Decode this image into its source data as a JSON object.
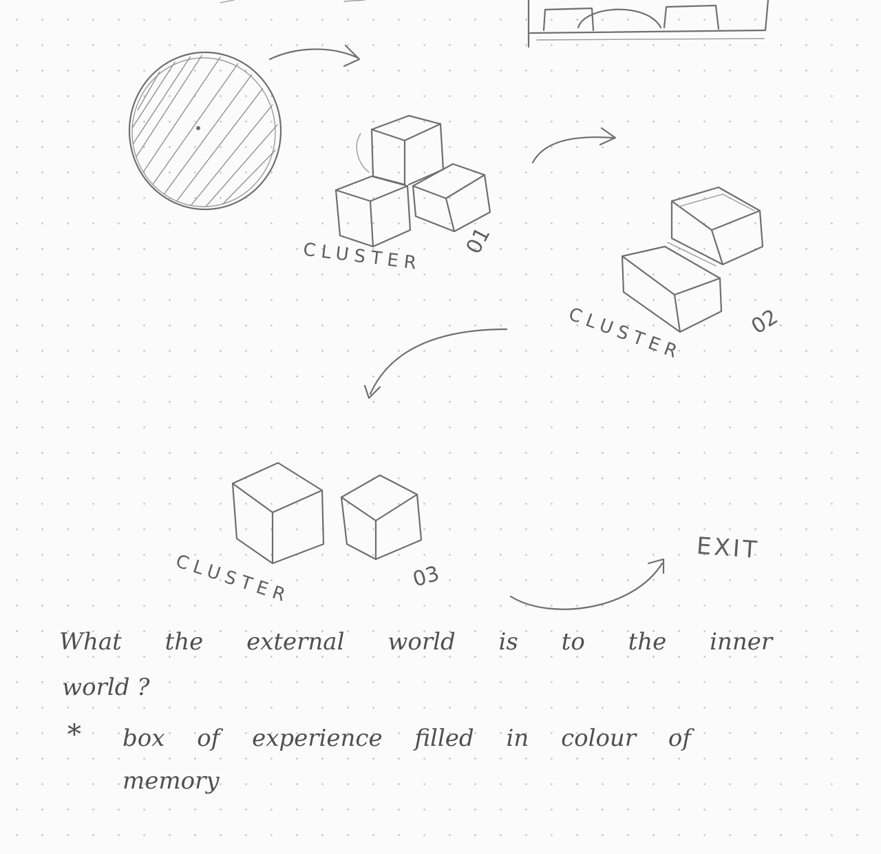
{
  "clusters": [
    {
      "label": "CLUSTER",
      "number": "01"
    },
    {
      "label": "CLUSTER",
      "number": "02"
    },
    {
      "label": "CLUSTER",
      "number": "03"
    }
  ],
  "exit_label": "EXIT",
  "notes": {
    "line1": "What the external world is to the inner",
    "line2": "world ?",
    "line3_star": "*",
    "line3": "box of experience filled in colour of",
    "line4": "memory"
  },
  "colors": {
    "paper": "#fbfbfb",
    "pencil": "#6e6e6e",
    "dots": "#bdbdbd"
  }
}
